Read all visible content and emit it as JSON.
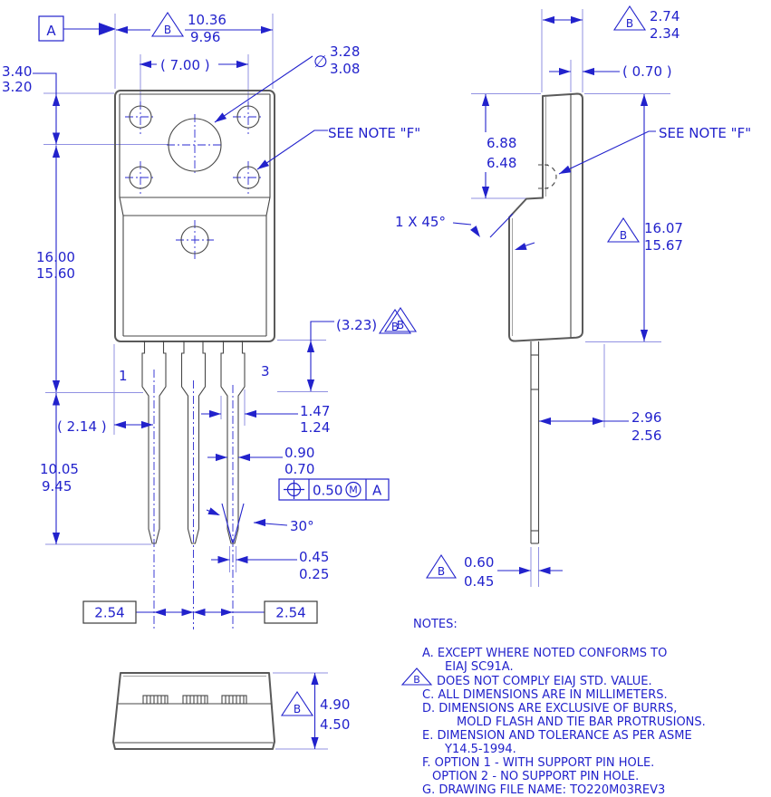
{
  "drawing": {
    "kind": "TO-220 package outline drawing",
    "colors": {
      "dimension_blue": "#2222cc",
      "extension_blue": "#9191e2",
      "part_gray": "#5a5a5a"
    }
  },
  "flags": {
    "b": "B"
  },
  "datum": {
    "a": "A"
  },
  "front": {
    "width_max": "10.36",
    "width_min": "9.96",
    "hole_pitch_ref": "( 7.00 )",
    "dia_symbol": "∅",
    "hole_dia_max": "3.28",
    "hole_dia_min": "3.08",
    "see_note": "SEE NOTE \"F\"",
    "tab_offset_max": "3.40",
    "tab_offset_min": "3.20",
    "body_h_max": "16.00",
    "body_h_min": "15.60",
    "lead_len_max": "10.05",
    "lead_len_min": "9.45",
    "pin1_offset_ref": "( 2.14 )",
    "standoff_ref": "(3.23)",
    "lead_w_max": "1.47",
    "lead_w_min": "1.24",
    "lead_n_max": "0.90",
    "lead_n_min": "0.70",
    "tip_w_max": "0.45",
    "tip_w_min": "0.25",
    "taper_angle": "30°",
    "pitch_left": "2.54",
    "pitch_right": "2.54",
    "pin1_label": "1",
    "pin3_label": "3",
    "fcf_tol": "0.50",
    "fcf_modifier": "M",
    "fcf_datum": "A"
  },
  "side": {
    "thk_max": "2.74",
    "thk_min": "2.34",
    "mold_ref": "( 0.70 )",
    "tab_h_max": "6.88",
    "tab_h_min": "6.48",
    "see_note": "SEE NOTE \"F\"",
    "chamfer": "1 X 45°",
    "total_h_max": "16.07",
    "total_h_min": "15.67",
    "depth_max": "2.96",
    "depth_min": "2.56",
    "lead_t_max": "0.60",
    "lead_t_min": "0.45"
  },
  "bottom": {
    "h_max": "4.90",
    "h_min": "4.50"
  },
  "notes": {
    "title": "NOTES:",
    "a1": "A. EXCEPT WHERE NOTED CONFORMS TO",
    "a2": "EIAJ SC91A.",
    "b_flag": "B",
    "b": "DOES NOT COMPLY EIAJ STD. VALUE.",
    "c": "C. ALL DIMENSIONS ARE IN MILLIMETERS.",
    "d1": "D. DIMENSIONS ARE EXCLUSIVE OF BURRS,",
    "d2": "MOLD FLASH AND TIE BAR PROTRUSIONS.",
    "e1": "E. DIMENSION AND TOLERANCE AS PER ASME",
    "e2": "Y14.5-1994.",
    "f1": "F. OPTION 1 - WITH SUPPORT PIN HOLE.",
    "f2": "OPTION 2 - NO SUPPORT PIN HOLE.",
    "g": "G. DRAWING FILE NAME: TO220M03REV3"
  }
}
